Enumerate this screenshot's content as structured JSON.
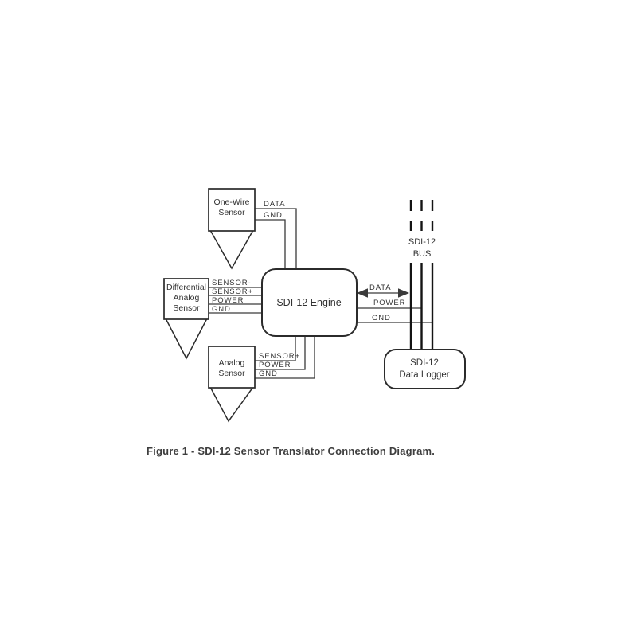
{
  "figure": {
    "caption": "Figure 1 - SDI-12 Sensor Translator Connection Diagram."
  },
  "nodes": {
    "one_wire_sensor": {
      "line1": "One-Wire",
      "line2": "Sensor"
    },
    "differential_analog_sensor": {
      "line1": "Differential",
      "line2": "Analog",
      "line3": "Sensor"
    },
    "analog_sensor": {
      "line1": "Analog",
      "line2": "Sensor"
    },
    "sdi12_engine": {
      "label": "SDI-12 Engine"
    },
    "sdi12_bus": {
      "line1": "SDI-12",
      "line2": "BUS"
    },
    "sdi12_data_logger": {
      "line1": "SDI-12",
      "line2": "Data Logger"
    }
  },
  "wire_labels": {
    "one_wire_data": "DATA",
    "one_wire_gnd": "GND",
    "diff_sensor_minus": "SENSOR-",
    "diff_sensor_plus": "SENSOR+",
    "diff_power": "POWER",
    "diff_gnd": "GND",
    "analog_sensor_plus": "SENSOR+",
    "analog_power": "POWER",
    "analog_gnd": "GND",
    "bus_data": "DATA",
    "bus_power": "POWER",
    "bus_gnd": "GND"
  },
  "colors": {
    "wire": "#3a3a3a",
    "border": "#2b2b2b",
    "bus": "#141414",
    "text": "#333333",
    "caption": "#3e3e3e"
  }
}
